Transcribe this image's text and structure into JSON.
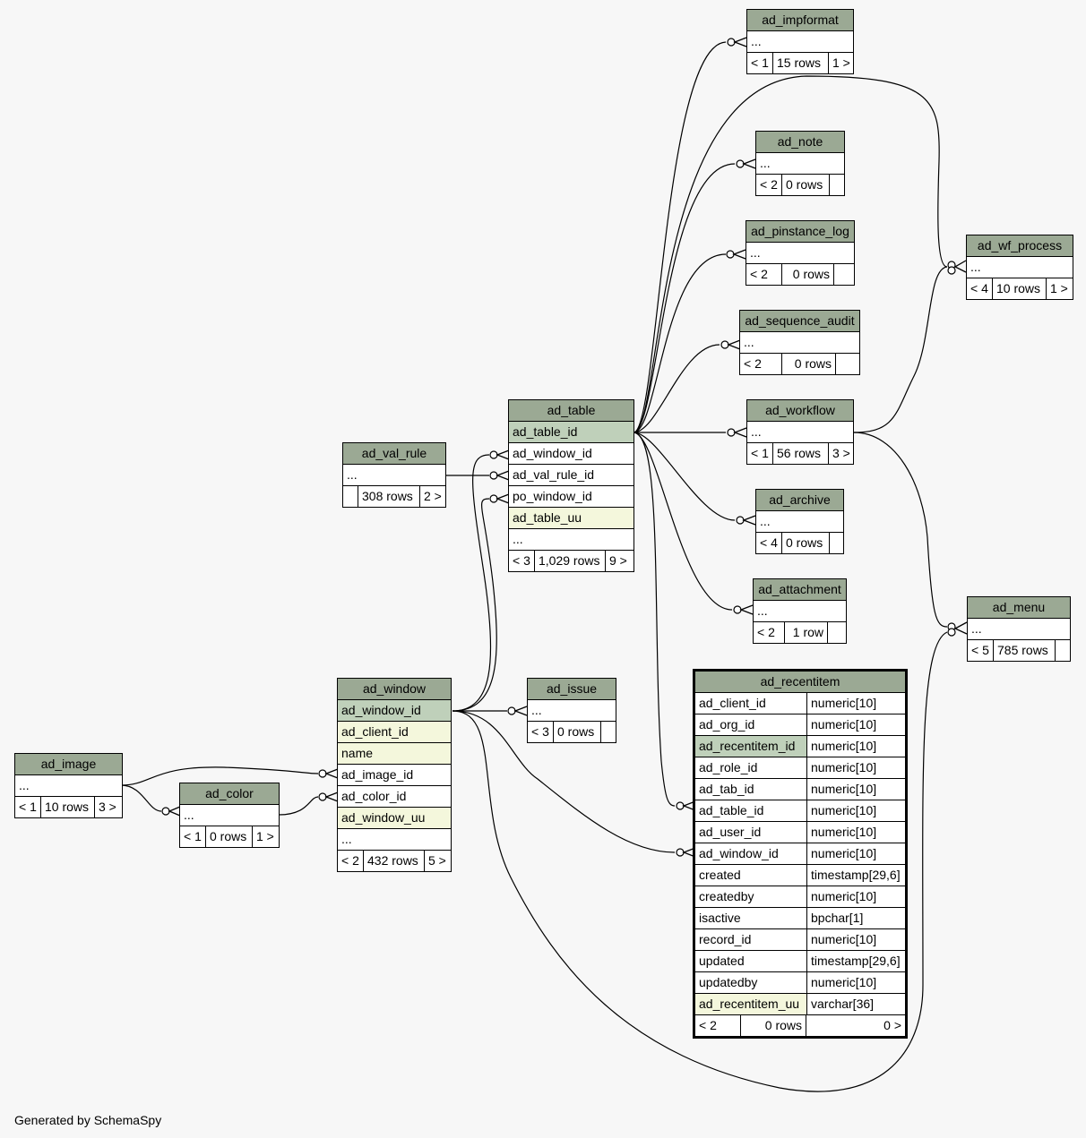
{
  "credit": "Generated by SchemaSpy",
  "colors": {
    "header": "#9ba994",
    "primary_key": "#bfd0ba",
    "unique_key": "#f4f7dc",
    "background": "#f7f7f7"
  },
  "tables": {
    "ad_impformat": {
      "name": "ad_impformat",
      "columns": [
        "..."
      ],
      "footer": [
        "< 1",
        "15 rows",
        "1 >"
      ]
    },
    "ad_note": {
      "name": "ad_note",
      "columns": [
        "..."
      ],
      "footer": [
        "< 2",
        "0 rows",
        ""
      ]
    },
    "ad_pinstance_log": {
      "name": "ad_pinstance_log",
      "columns": [
        "..."
      ],
      "footer": [
        "< 2",
        "0 rows",
        ""
      ]
    },
    "ad_sequence_audit": {
      "name": "ad_sequence_audit",
      "columns": [
        "..."
      ],
      "footer": [
        "< 2",
        "0 rows",
        ""
      ]
    },
    "ad_workflow": {
      "name": "ad_workflow",
      "columns": [
        "..."
      ],
      "footer": [
        "< 1",
        "56 rows",
        "3 >"
      ]
    },
    "ad_archive": {
      "name": "ad_archive",
      "columns": [
        "..."
      ],
      "footer": [
        "< 4",
        "0 rows",
        ""
      ]
    },
    "ad_attachment": {
      "name": "ad_attachment",
      "columns": [
        "..."
      ],
      "footer": [
        "< 2",
        "1 row",
        ""
      ]
    },
    "ad_wf_process": {
      "name": "ad_wf_process",
      "columns": [
        "..."
      ],
      "footer": [
        "< 4",
        "10 rows",
        "1 >"
      ]
    },
    "ad_menu": {
      "name": "ad_menu",
      "columns": [
        "..."
      ],
      "footer": [
        "< 5",
        "785 rows",
        ""
      ]
    },
    "ad_val_rule": {
      "name": "ad_val_rule",
      "columns": [
        "..."
      ],
      "footer": [
        "",
        "308 rows",
        "2 >"
      ]
    },
    "ad_table": {
      "name": "ad_table",
      "columns": [
        "ad_table_id",
        "ad_window_id",
        "ad_val_rule_id",
        "po_window_id",
        "ad_table_uu",
        "..."
      ],
      "footer": [
        "< 3",
        "1,029 rows",
        "9 >"
      ]
    },
    "ad_issue": {
      "name": "ad_issue",
      "columns": [
        "..."
      ],
      "footer": [
        "< 3",
        "0 rows",
        ""
      ]
    },
    "ad_window": {
      "name": "ad_window",
      "columns": [
        "ad_window_id",
        "ad_client_id",
        "name",
        "ad_image_id",
        "ad_color_id",
        "ad_window_uu",
        "..."
      ],
      "footer": [
        "< 2",
        "432 rows",
        "5 >"
      ]
    },
    "ad_image": {
      "name": "ad_image",
      "columns": [
        "..."
      ],
      "footer": [
        "< 1",
        "10 rows",
        "3 >"
      ]
    },
    "ad_color": {
      "name": "ad_color",
      "columns": [
        "..."
      ],
      "footer": [
        "< 1",
        "0 rows",
        "1 >"
      ]
    },
    "ad_recentitem": {
      "name": "ad_recentitem",
      "columns": [
        {
          "name": "ad_client_id",
          "type": "numeric[10]"
        },
        {
          "name": "ad_org_id",
          "type": "numeric[10]"
        },
        {
          "name": "ad_recentitem_id",
          "type": "numeric[10]"
        },
        {
          "name": "ad_role_id",
          "type": "numeric[10]"
        },
        {
          "name": "ad_tab_id",
          "type": "numeric[10]"
        },
        {
          "name": "ad_table_id",
          "type": "numeric[10]"
        },
        {
          "name": "ad_user_id",
          "type": "numeric[10]"
        },
        {
          "name": "ad_window_id",
          "type": "numeric[10]"
        },
        {
          "name": "created",
          "type": "timestamp[29,6]"
        },
        {
          "name": "createdby",
          "type": "numeric[10]"
        },
        {
          "name": "isactive",
          "type": "bpchar[1]"
        },
        {
          "name": "record_id",
          "type": "numeric[10]"
        },
        {
          "name": "updated",
          "type": "timestamp[29,6]"
        },
        {
          "name": "updatedby",
          "type": "numeric[10]"
        },
        {
          "name": "ad_recentitem_uu",
          "type": "varchar[36]"
        }
      ],
      "footer": [
        "< 2",
        "0 rows",
        "0 >"
      ]
    }
  }
}
